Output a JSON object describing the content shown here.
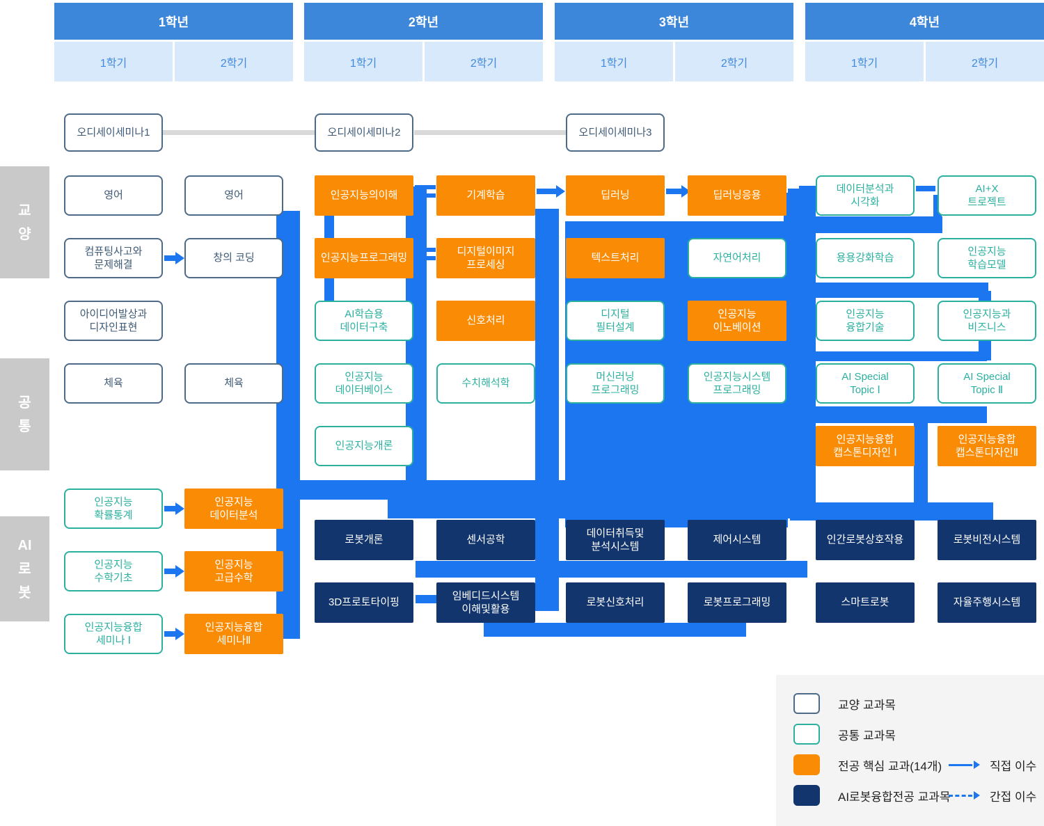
{
  "header": {
    "years": [
      {
        "label": "1학년",
        "semesters": [
          "1학기",
          "2학기"
        ]
      },
      {
        "label": "2학년",
        "semesters": [
          "1학기",
          "2학기"
        ]
      },
      {
        "label": "3학년",
        "semesters": [
          "1학기",
          "2학기"
        ]
      },
      {
        "label": "4학년",
        "semesters": [
          "1학기",
          "2학기"
        ]
      }
    ]
  },
  "side_labels": [
    {
      "id": "liberal",
      "label": "교\n양"
    },
    {
      "id": "common",
      "label": "공\n통"
    },
    {
      "id": "airobot",
      "label": "AI\n로\n봇"
    }
  ],
  "courses": [
    {
      "label": "오디세이세미나1",
      "type": "seminar",
      "col": 1,
      "row": "sem"
    },
    {
      "label": "오디세이세미나2",
      "type": "seminar",
      "col": 3,
      "row": "sem"
    },
    {
      "label": "오디세이세미나3",
      "type": "seminar",
      "col": 5,
      "row": "sem"
    },
    {
      "label": "영어",
      "type": "liberal",
      "col": 1,
      "row": "r1"
    },
    {
      "label": "영어",
      "type": "liberal",
      "col": 2,
      "row": "r1"
    },
    {
      "label": "인공지능의이해",
      "type": "core",
      "col": 3,
      "row": "r1"
    },
    {
      "label": "기계학습",
      "type": "core",
      "col": 4,
      "row": "r1"
    },
    {
      "label": "딥러닝",
      "type": "core",
      "col": 5,
      "row": "r1"
    },
    {
      "label": "딥러닝응용",
      "type": "core",
      "col": 6,
      "row": "r1"
    },
    {
      "label": "데이터분석과\n시각화",
      "type": "common",
      "col": 7,
      "row": "r1"
    },
    {
      "label": "AI+X\n트로젝트",
      "type": "common",
      "col": 8,
      "row": "r1"
    },
    {
      "label": "컴퓨팅사고와\n문제해결",
      "type": "liberal",
      "col": 1,
      "row": "r2"
    },
    {
      "label": "창의 코딩",
      "type": "liberal",
      "col": 2,
      "row": "r2"
    },
    {
      "label": "인공지능프로그래밍",
      "type": "core",
      "col": 3,
      "row": "r2"
    },
    {
      "label": "디지털이미지\n프로세싱",
      "type": "core",
      "col": 4,
      "row": "r2"
    },
    {
      "label": "텍스트처리",
      "type": "core",
      "col": 5,
      "row": "r2"
    },
    {
      "label": "자연어처리",
      "type": "common",
      "col": 6,
      "row": "r2"
    },
    {
      "label": "용용강화학습",
      "type": "common",
      "col": 7,
      "row": "r2"
    },
    {
      "label": "인공지능\n학습모델",
      "type": "common",
      "col": 8,
      "row": "r2"
    },
    {
      "label": "아이디어발상과\n디자인표현",
      "type": "liberal",
      "col": 1,
      "row": "r3"
    },
    {
      "label": "AI학습용\n데이터구축",
      "type": "common",
      "col": 3,
      "row": "r3"
    },
    {
      "label": "신호처리",
      "type": "core",
      "col": 4,
      "row": "r3"
    },
    {
      "label": "디지털\n필터설계",
      "type": "common",
      "col": 5,
      "row": "r3"
    },
    {
      "label": "인공지능\n이노베이션",
      "type": "core",
      "col": 6,
      "row": "r3"
    },
    {
      "label": "인공지능\n융합기술",
      "type": "common",
      "col": 7,
      "row": "r3"
    },
    {
      "label": "인공지능과\n비즈니스",
      "type": "common",
      "col": 8,
      "row": "r3"
    },
    {
      "label": "체육",
      "type": "liberal",
      "col": 1,
      "row": "r4"
    },
    {
      "label": "체육",
      "type": "liberal",
      "col": 2,
      "row": "r4"
    },
    {
      "label": "인공지능\n데이터베이스",
      "type": "common",
      "col": 3,
      "row": "r4"
    },
    {
      "label": "수치해석학",
      "type": "common",
      "col": 4,
      "row": "r4"
    },
    {
      "label": "머신러닝\n프로그래밍",
      "type": "common",
      "col": 5,
      "row": "r4"
    },
    {
      "label": "인공지능시스템\n프로그래밍",
      "type": "common",
      "col": 6,
      "row": "r4"
    },
    {
      "label": "AI Special\nTopic Ⅰ",
      "type": "common",
      "col": 7,
      "row": "r4"
    },
    {
      "label": "AI Special\nTopic Ⅱ",
      "type": "common",
      "col": 8,
      "row": "r4"
    },
    {
      "label": "인공지능개론",
      "type": "common",
      "col": 3,
      "row": "r5"
    },
    {
      "label": "인공지능융합\n캡스톤디자인 Ⅰ",
      "type": "core",
      "col": 7,
      "row": "r5"
    },
    {
      "label": "인공지능융합\n캡스톤디자인Ⅱ",
      "type": "core",
      "col": 8,
      "row": "r5"
    },
    {
      "label": "인공지능\n확률통계",
      "type": "common",
      "col": 1,
      "row": "a1"
    },
    {
      "label": "인공지능\n데이터분석",
      "type": "core",
      "col": 2,
      "row": "a1"
    },
    {
      "label": "인공지능\n수학기초",
      "type": "common",
      "col": 1,
      "row": "a2"
    },
    {
      "label": "인공지능\n고급수학",
      "type": "core",
      "col": 2,
      "row": "a2"
    },
    {
      "label": "인공지능융합\n세미나 Ⅰ",
      "type": "common",
      "col": 1,
      "row": "a3"
    },
    {
      "label": "인공지능융합\n세미나Ⅱ",
      "type": "core",
      "col": 2,
      "row": "a3"
    },
    {
      "label": "로봇개론",
      "type": "robot",
      "col": 3,
      "row": "b1"
    },
    {
      "label": "센서공학",
      "type": "robot",
      "col": 4,
      "row": "b1"
    },
    {
      "label": "데이터취득및\n분석시스템",
      "type": "robot",
      "col": 5,
      "row": "b1"
    },
    {
      "label": "제어시스템",
      "type": "robot",
      "col": 6,
      "row": "b1"
    },
    {
      "label": "인간로봇상호작용",
      "type": "robot",
      "col": 7,
      "row": "b1"
    },
    {
      "label": "로봇비전시스템",
      "type": "robot",
      "col": 8,
      "row": "b1"
    },
    {
      "label": "3D프로토타이핑",
      "type": "robot",
      "col": 3,
      "row": "b2"
    },
    {
      "label": "임베디드시스템\n이해및활용",
      "type": "robot",
      "col": 4,
      "row": "b2"
    },
    {
      "label": "로봇신호처리",
      "type": "robot",
      "col": 5,
      "row": "b2"
    },
    {
      "label": "로봇프로그래밍",
      "type": "robot",
      "col": 6,
      "row": "b2"
    },
    {
      "label": "스마트로봇",
      "type": "robot",
      "col": 7,
      "row": "b2"
    },
    {
      "label": "자율주행시스템",
      "type": "robot",
      "col": 8,
      "row": "b2"
    }
  ],
  "legend": {
    "items": [
      {
        "swatch": "liberal",
        "label": "교양 교과목"
      },
      {
        "swatch": "common",
        "label": "공통 교과목"
      },
      {
        "swatch": "core",
        "label": "전공 핵심 교과(14개)"
      },
      {
        "swatch": "robot",
        "label": "AI로봇융합전공 교과목"
      }
    ],
    "arrows": [
      {
        "style": "solid",
        "label": "직접 이수"
      },
      {
        "style": "dashed",
        "label": "간접 이수"
      }
    ]
  },
  "colors": {
    "year_bar": "#3d87db",
    "semester_bg": "#d8e9fb",
    "semester_text": "#4189dc",
    "core_orange": "#fa8c05",
    "robot_navy": "#12356e",
    "liberal_border": "#4d6a87",
    "common_teal": "#2bb0a0",
    "connector_blue": "#1b76f0",
    "seminar_line_gray": "#d9d9d9",
    "side_label_gray": "#c9c9c9",
    "legend_bg": "#f4f4f4"
  }
}
